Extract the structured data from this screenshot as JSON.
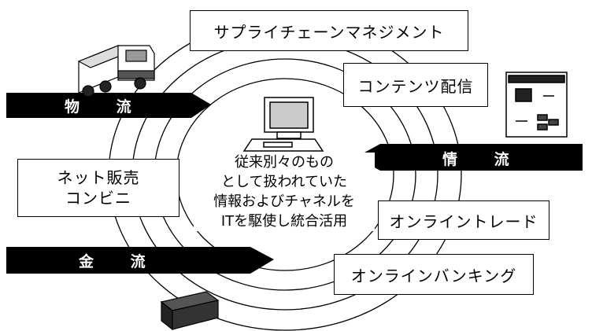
{
  "center": {
    "lines": [
      "従来別々のもの",
      "として扱われていた",
      "情報およびチャネルを",
      "ITを駆使し統合活用"
    ]
  },
  "boxes": {
    "supply_chain": "サプライチェーンマネジメント",
    "content_delivery": "コンテンツ配信",
    "online_trade": "オンライントレード",
    "online_banking": "オンラインバンキング",
    "net_sales": [
      "ネット販売",
      "コンビニ"
    ]
  },
  "arrows": {
    "logistics": "物 流",
    "information": "情 流",
    "money": "金 流"
  },
  "colors": {
    "line": "#000000",
    "background": "#ffffff",
    "arrow_fill": "#000000",
    "arrow_text": "#ffffff"
  },
  "icons": [
    "truck-icon",
    "computer-icon",
    "screen-panel-icon",
    "card-device-icon"
  ]
}
